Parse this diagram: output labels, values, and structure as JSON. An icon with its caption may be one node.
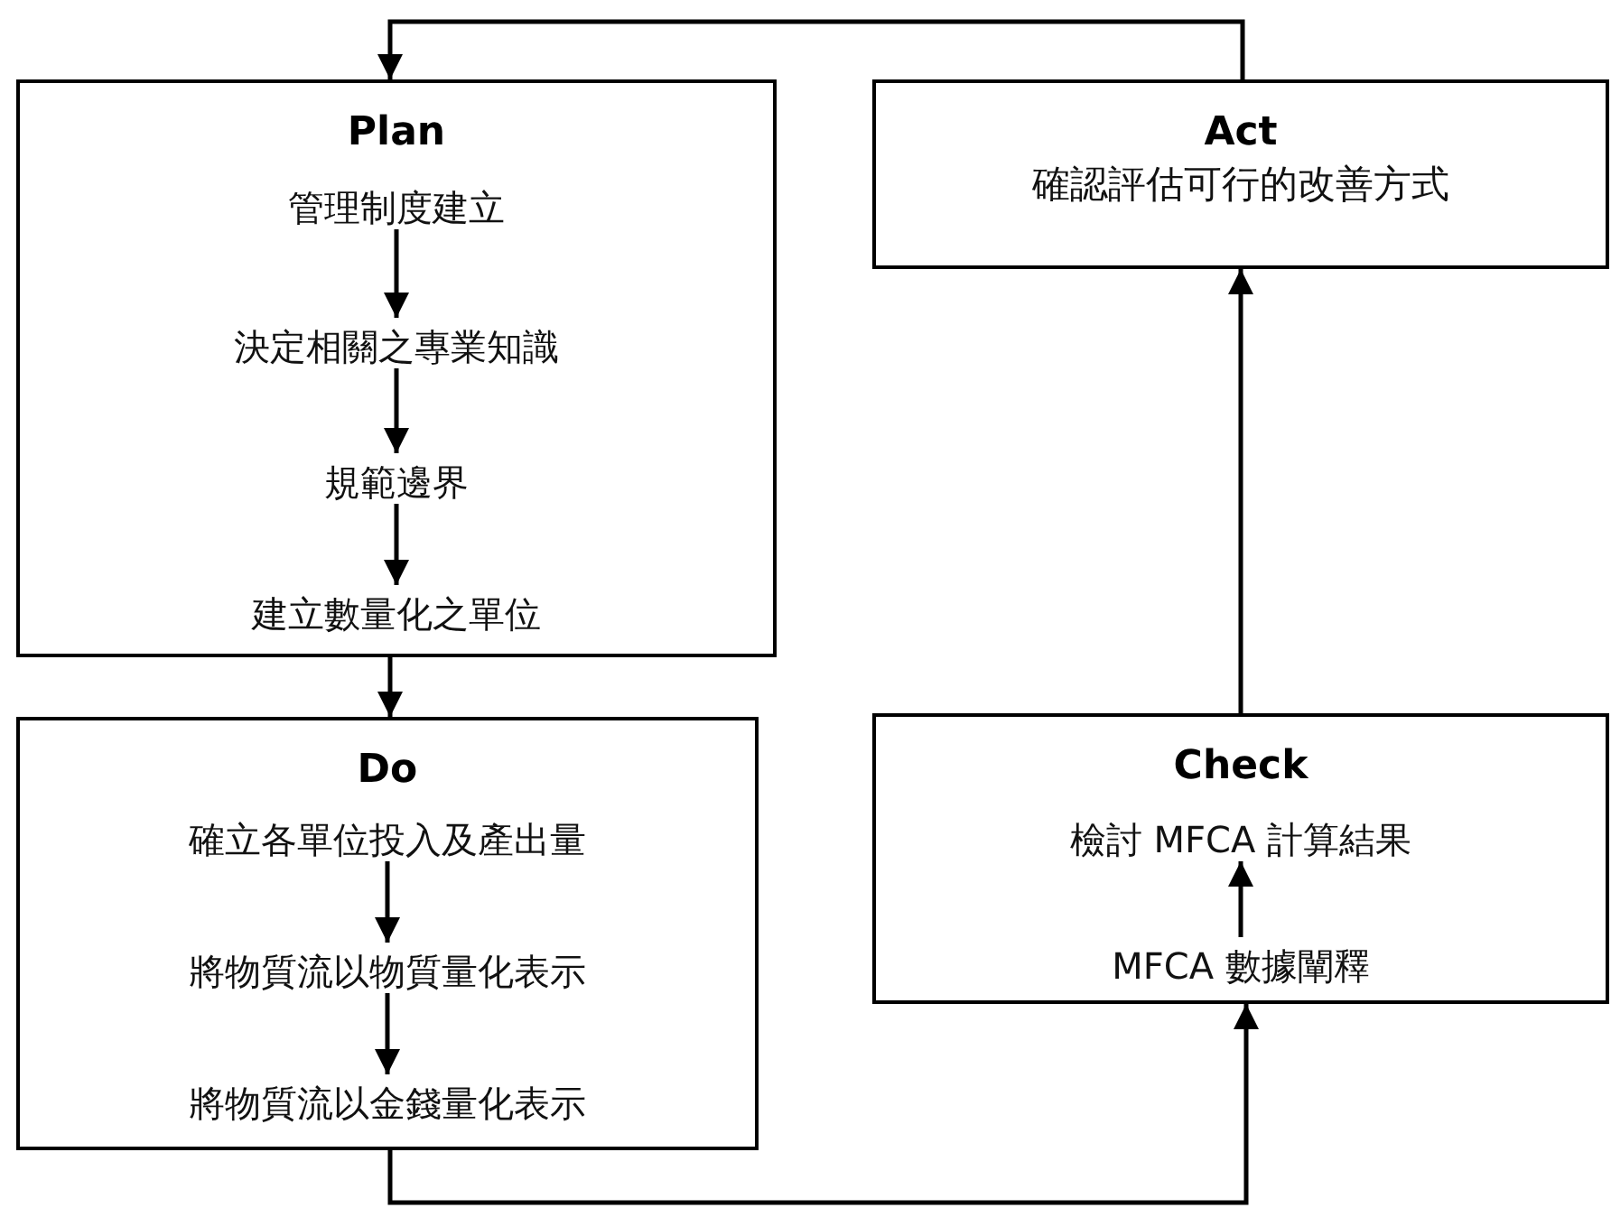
{
  "diagram": {
    "nodes": [
      {
        "text": [
          "Plan"
        ]
      },
      {
        "text": [
          "管理制度建立"
        ],
        "in": 0
      },
      {
        "text": [
          "決定相關之專業知識"
        ],
        "in": 0
      },
      {
        "text": [
          "規範邊界"
        ],
        "in": 0
      },
      {
        "text": [
          "建立數量化之單位"
        ],
        "in": 0
      },
      {
        "text": [
          "Act",
          "確認評估可行的改善方式"
        ]
      },
      {
        "text": [
          "Do"
        ]
      },
      {
        "text": [
          "確立各單位投入及產出量"
        ],
        "in": 6
      },
      {
        "text": [
          "將物質流以物質量化表示"
        ],
        "in": 6
      },
      {
        "text": [
          "將物質流以金錢量化表示"
        ],
        "in": 6
      },
      {
        "text": [
          "Check"
        ]
      },
      {
        "text": [
          "檢討 MFCA 計算結果"
        ],
        "in": 10
      },
      {
        "text": [
          "MFCA 數據闡釋"
        ],
        "in": 10
      }
    ],
    "edges": [
      {
        "from": 1,
        "to": 2,
        "arrow": "to"
      },
      {
        "from": 2,
        "to": 3,
        "arrow": "to"
      },
      {
        "from": 3,
        "to": 4,
        "arrow": "to"
      },
      {
        "from": 7,
        "to": 8,
        "arrow": "to"
      },
      {
        "from": 8,
        "to": 9,
        "arrow": "to"
      },
      {
        "from": 12,
        "to": 11,
        "arrow": "to"
      },
      {
        "from": 0,
        "to": 6,
        "arrow": "to"
      },
      {
        "from": 5,
        "to": 0,
        "arrow": "to"
      },
      {
        "from": 6,
        "to": 10,
        "arrow": "to"
      },
      {
        "from": 10,
        "to": 5,
        "arrow": "to"
      }
    ]
  }
}
